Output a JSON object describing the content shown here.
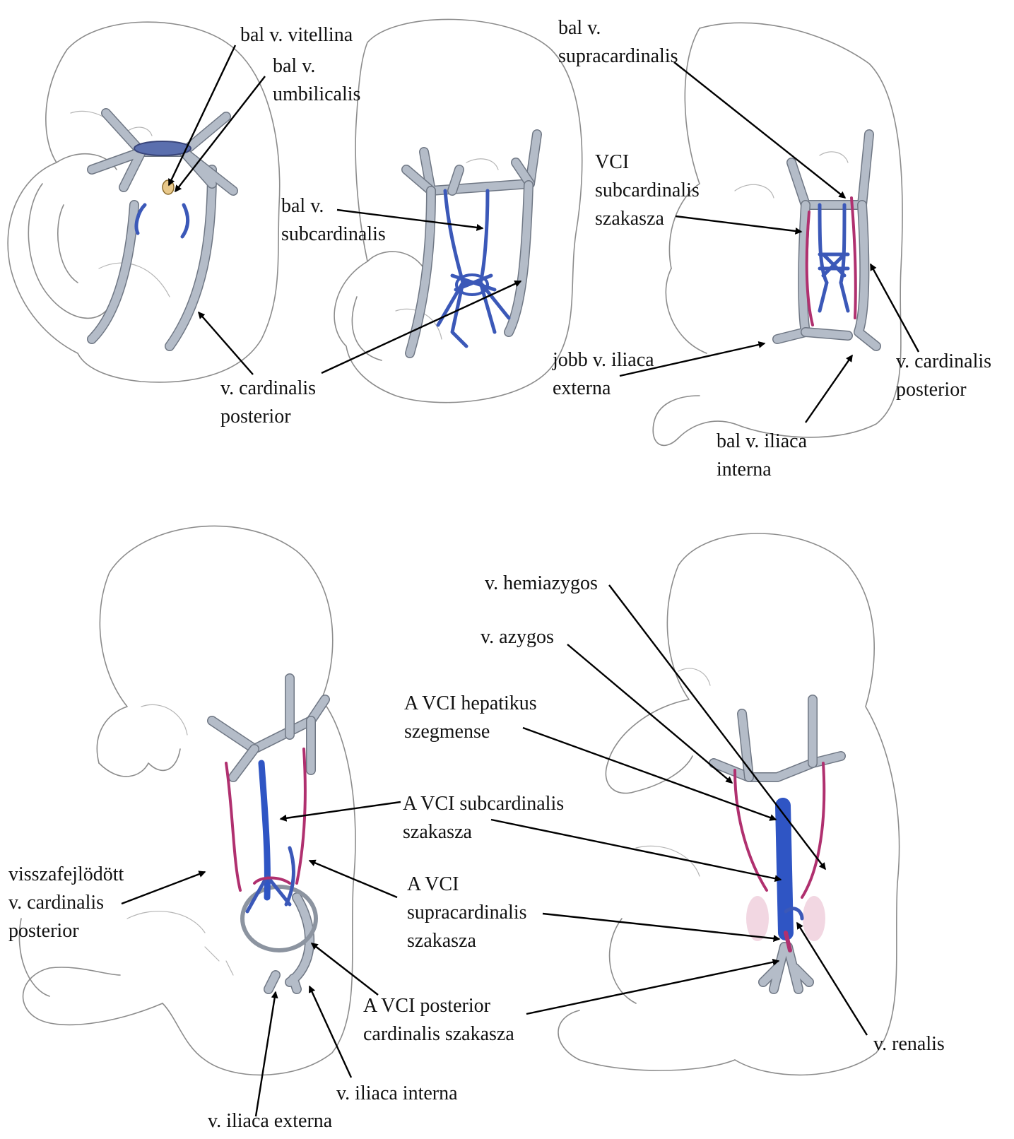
{
  "colors": {
    "outline": "#8c8c8c",
    "vein_grey": "#b4bcc8",
    "vein_blue": "#3b58b8",
    "vein_magenta": "#b0306f",
    "arrow": "#000000"
  },
  "icons": {
    "arrowhead": "arrowhead-icon"
  },
  "labels": {
    "bal_v_vitellina": [
      "bal v. vitellina"
    ],
    "bal_v_umbilicalis": [
      "bal v.",
      "umbilicalis"
    ],
    "bal_v_subcardinalis": [
      "bal v.",
      "subcardinalis"
    ],
    "v_cardinalis_posterior_1": [
      "v. cardinalis",
      "posterior"
    ],
    "bal_v_supracardinalis": [
      "bal v.",
      "supracardinalis"
    ],
    "vci_subcardinalis_szakasza": [
      "VCI",
      "subcardinalis",
      "szakasza"
    ],
    "jobb_v_iliaca_externa": [
      "jobb v. iliaca",
      "externa"
    ],
    "v_cardinalis_posterior_2": [
      "v. cardinalis",
      "posterior"
    ],
    "bal_v_iliaca_interna": [
      "bal v. iliaca",
      "interna"
    ],
    "v_hemiazygos": [
      "v. hemiazygos"
    ],
    "v_azygos": [
      "v. azygos"
    ],
    "a_vci_hepatikus_szegmense": [
      "A VCI hepatikus",
      "szegmense"
    ],
    "a_vci_subcardinalis_szakasza": [
      "A VCI subcardinalis",
      "szakasza"
    ],
    "visszafejlodott": [
      "visszafejlödött",
      "v. cardinalis",
      "posterior"
    ],
    "a_vci_supracardinalis_szakasza": [
      "A VCI",
      "supracardinalis",
      "szakasza"
    ],
    "a_vci_posterior_cardinalis_szakasza": [
      "A VCI posterior",
      "cardinalis szakasza"
    ],
    "v_renalis": [
      "v. renalis"
    ],
    "v_iliaca_interna": [
      "v. iliaca interna"
    ],
    "v_iliaca_externa": [
      "v. iliaca externa"
    ]
  }
}
